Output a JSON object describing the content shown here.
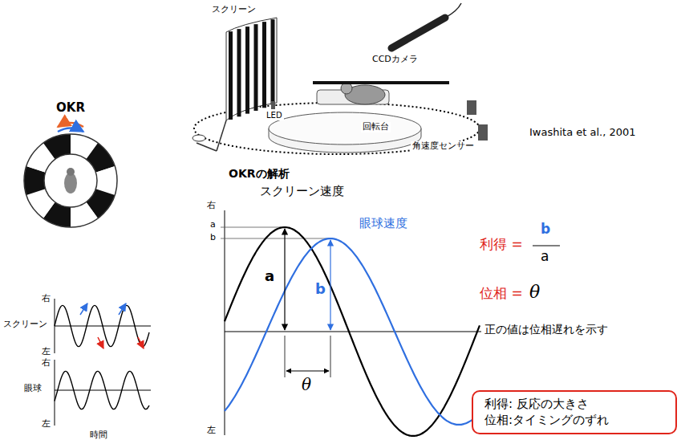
{
  "diagram": {
    "nodes": [
      {
        "text": [
          "利得: 反応の大きさ",
          "位相:タイミングのずれ"
        ]
      }
    ],
    "labels": [
      "スクリーン",
      "CCDカメラ",
      "LED",
      "回転台",
      "角速度センサー",
      "Iwashita et al., 2001",
      "OKR",
      "右",
      "スクリーン",
      "左",
      "右",
      "眼球",
      "左",
      "時間",
      "OKRの解析",
      "右",
      "a",
      "b",
      "スクリーン速度",
      "眼球速度",
      "a",
      "b",
      "θ",
      "左",
      "利得 =",
      "b",
      "a",
      "位相 =",
      "θ",
      "正の値は位相遅れを示す"
    ]
  }
}
